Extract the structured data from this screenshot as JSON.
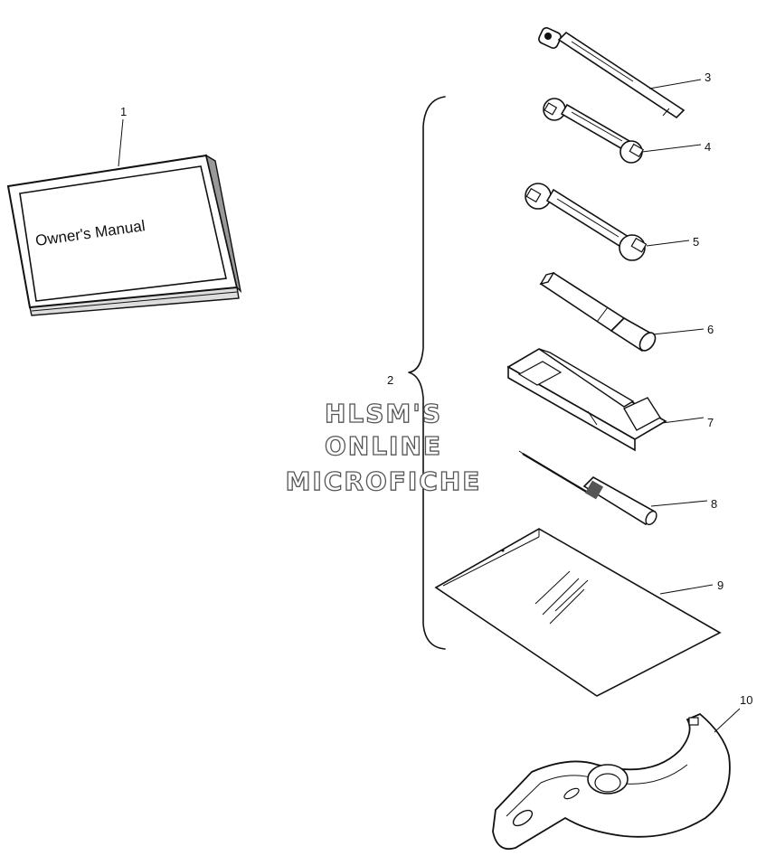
{
  "manual": {
    "cover_text": "Owner's Manual"
  },
  "watermark": {
    "line1": "HLSM'S",
    "line2": "ONLINE",
    "line3": "MICROFICHE"
  },
  "callouts": [
    "1",
    "2",
    "3",
    "4",
    "5",
    "6",
    "7",
    "8",
    "9",
    "10"
  ]
}
